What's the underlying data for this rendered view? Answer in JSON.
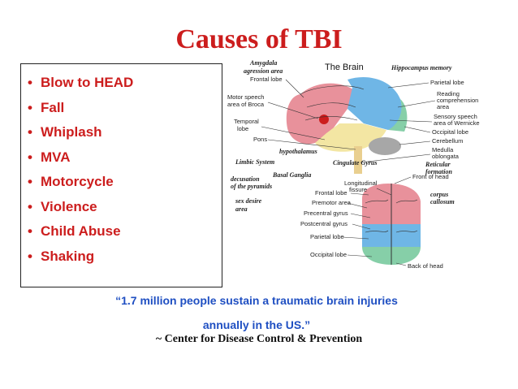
{
  "slide": {
    "title": "Causes of TBI",
    "bullet_marker": "•",
    "bullets": [
      "Blow to HEAD",
      "Fall",
      "Whiplash",
      "MVA",
      "Motorcycle",
      "Violence",
      "Child Abuse",
      "Shaking"
    ],
    "quote_line1": "“1.7 million people sustain a traumatic brain injuries",
    "quote_line2": "annually in the US.”",
    "attribution": "~ Center for Disease Control & Prevention"
  },
  "brain_diagram": {
    "heading": "The Brain",
    "side_labels_left": [
      "Frontal lobe",
      "Motor speech",
      "area of Broca",
      "Temporal",
      "lobe",
      "Pons"
    ],
    "side_labels_right": [
      "Parietal lobe",
      "Reading",
      "comprehension",
      "area",
      "Sensory speech",
      "area of Wernicke",
      "Occipital lobe",
      "Cerebellum",
      "Medulla",
      "oblongata"
    ],
    "handwritten_labels": [
      "Amygdala",
      "agression area",
      "Hippocampus memory",
      "Limbic System",
      "hypothalamus",
      "Cingulate Gyrus",
      "Reticular",
      "formation",
      "Basal Ganglia",
      "decusation",
      "of the pyramids",
      "corpus",
      "callosum",
      "sex desire",
      "area"
    ],
    "top_view_labels_left": [
      "Frontal lobe",
      "Premotor area",
      "Precentral gyrus",
      "Postcentral gyrus",
      "Parietal lobe",
      "Occipital lobe"
    ],
    "top_view_labels_right": [
      "Front of head",
      "Longitudinal",
      "fissure",
      "Back of head"
    ],
    "colors": {
      "frontal": "#e8919b",
      "parietal": "#6fb6e6",
      "temporal": "#f3e6a3",
      "occipital": "#86cfa8",
      "cerebellum": "#a7a7a7",
      "accent_red": "#cc1d1d",
      "quote_blue": "#1f4fc2"
    }
  }
}
